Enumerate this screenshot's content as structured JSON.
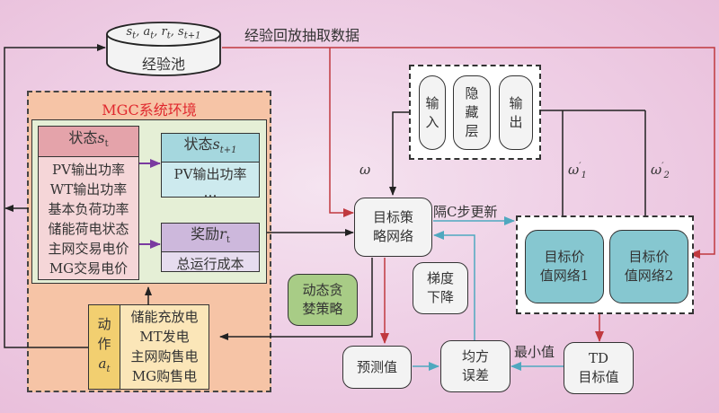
{
  "experience_pool": {
    "top_symbols": "s, a, r, s",
    "top_label_parts": [
      "s",
      "t",
      "a",
      "t",
      "r",
      "t",
      "s",
      "t+1"
    ],
    "label": "经验池"
  },
  "replay_label": "经验回放抽取数据",
  "environment": {
    "title": "MGC系统环境",
    "state": {
      "header": "状态",
      "symbol": "s",
      "subscript": "t",
      "items": [
        "PV输出功率",
        "WT输出功率",
        "基本负荷功率",
        "储能荷电状态",
        "主网交易电价",
        "MG交易电价"
      ]
    },
    "next_state": {
      "header": "状态",
      "symbol": "s",
      "subscript": "t+1",
      "items": [
        "PV输出功率",
        "…"
      ]
    },
    "reward": {
      "header": "奖励",
      "symbol": "r",
      "subscript": "t",
      "items": [
        "总运行成本"
      ]
    },
    "action": {
      "label_chars": [
        "动",
        "作"
      ],
      "symbol": "a",
      "subscript": "t",
      "items": [
        "储能充放电",
        "MT发电",
        "主网购售电",
        "MG购售电"
      ]
    }
  },
  "network_structure": {
    "layers": [
      {
        "label": "输\n入"
      },
      {
        "label": "隐\n藏\n层"
      },
      {
        "label": "输\n出"
      }
    ]
  },
  "weights": {
    "omega": "ω",
    "omega1": "ω",
    "omega1_sup": "′",
    "omega1_sub": "1",
    "omega2": "ω",
    "omega2_sup": "′",
    "omega2_sub": "2"
  },
  "nodes": {
    "target_policy": "目标策\n略网络",
    "greedy_policy": "动态贪\n婪策略",
    "gradient_descent": "梯度\n下降",
    "prediction": "预测值",
    "mse": "均方\n误差",
    "td_target": "TD\n目标值",
    "target_value_1": "目标价\n值网络1",
    "target_value_2": "目标价\n值网络2"
  },
  "edge_labels": {
    "update_every_c": "隔C步更新",
    "min_value": "最小值"
  },
  "colors": {
    "state_header": "#e4a3aa",
    "state_body": "#f5d6d8",
    "next_state_header": "#a5d7de",
    "next_state_body": "#cdeaee",
    "reward_header": "#cdb8dc",
    "reward_body": "#e6dcef",
    "action_left": "#f2cf70",
    "action_right": "#fbe6b8",
    "greedy": "#a8cc86",
    "value_net": "#86c7d0",
    "red_arrow": "#c0393f",
    "teal_arrow": "#4fa8bf",
    "purple_arrow": "#7a3aa0"
  }
}
